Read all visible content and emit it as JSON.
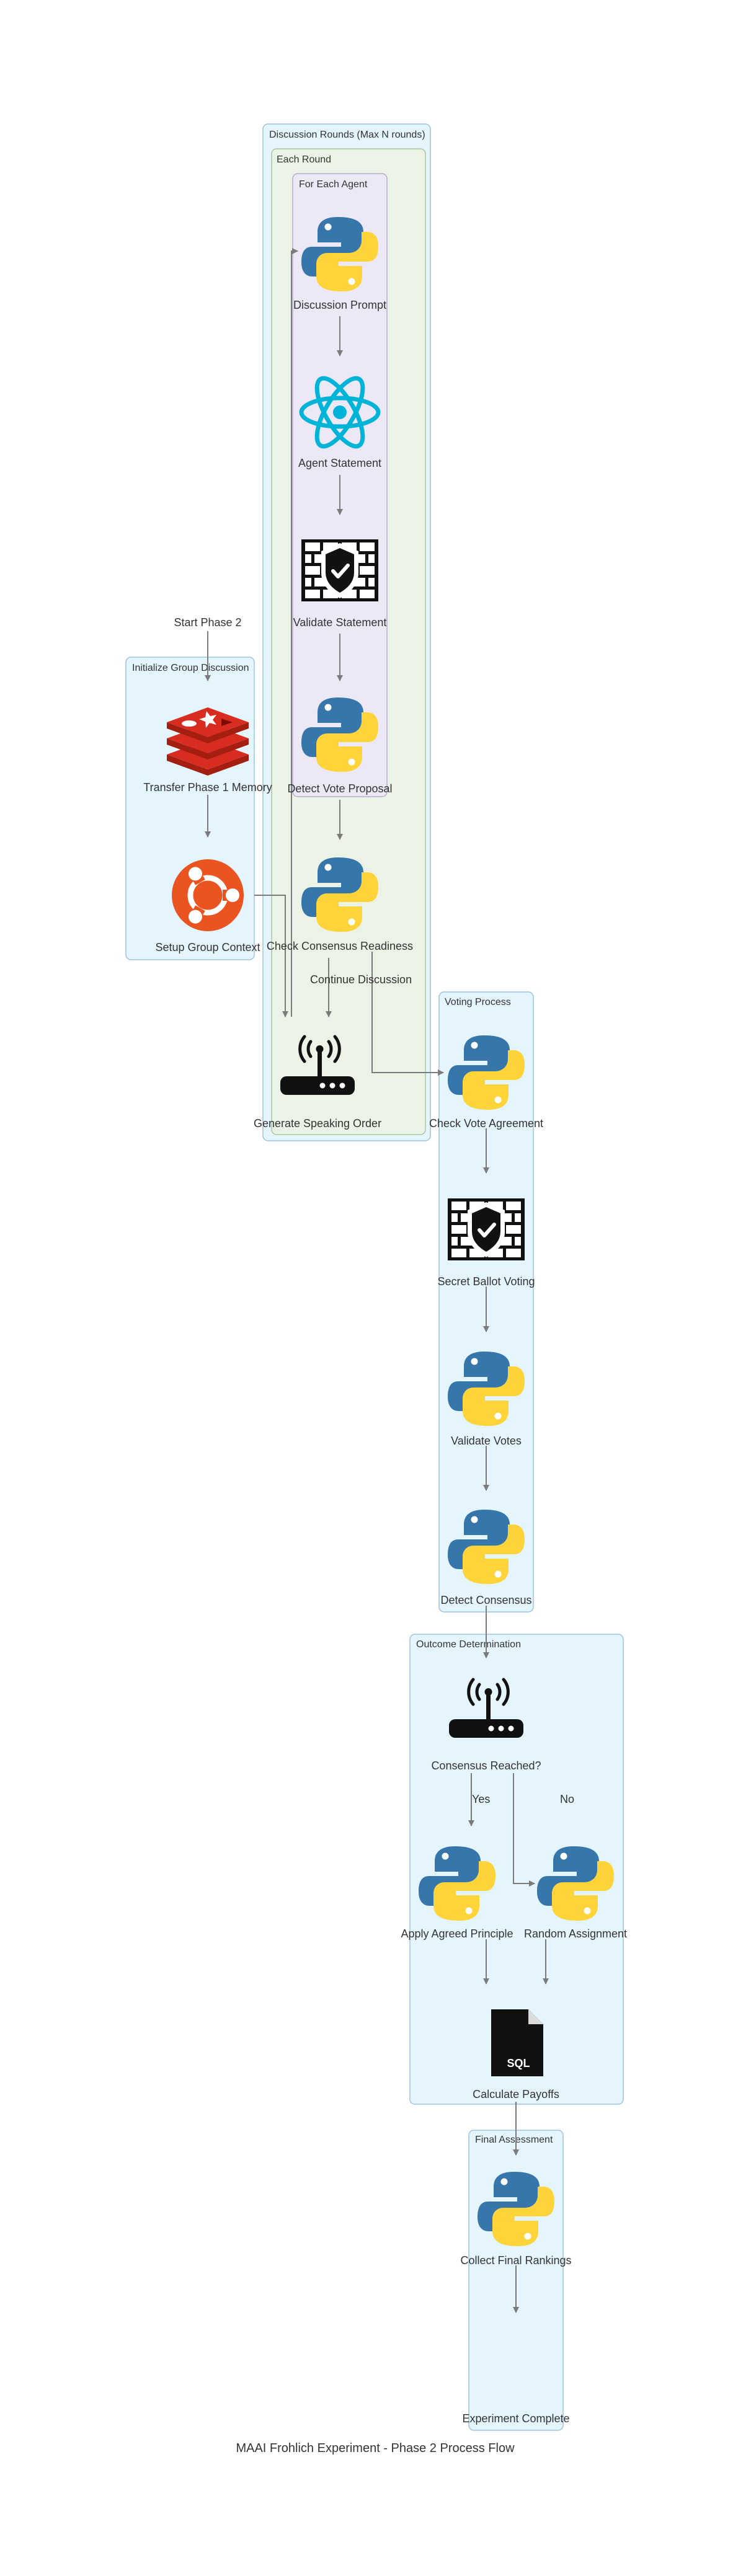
{
  "title": "MAAI Frohlich Experiment - Phase 2 Process Flow",
  "clusters": {
    "discussion_rounds": "Discussion Rounds (Max N rounds)",
    "each_round": "Each Round",
    "for_each_agent": "For Each Agent",
    "initialize": "Initialize Group Discussion",
    "voting": "Voting Process",
    "outcome": "Outcome Determination",
    "final": "Final Assessment"
  },
  "nodes": {
    "start": "Start Phase 2",
    "transfer_memory": "Transfer Phase 1 Memory",
    "setup_context": "Setup Group Context",
    "discussion_prompt": "Discussion Prompt",
    "agent_statement": "Agent Statement",
    "validate_statement": "Validate Statement",
    "detect_vote": "Detect Vote Proposal",
    "check_consensus": "Check Consensus Readiness",
    "speaking_order": "Generate Speaking Order",
    "check_vote": "Check Vote Agreement",
    "secret_ballot": "Secret Ballot Voting",
    "validate_votes": "Validate Votes",
    "detect_consensus": "Detect Consensus",
    "consensus_reached": "Consensus Reached?",
    "apply_principle": "Apply Agreed Principle",
    "random_assignment": "Random Assignment",
    "calculate_payoffs": "Calculate Payoffs",
    "collect_rankings": "Collect Final Rankings",
    "complete": "Experiment Complete"
  },
  "edge_labels": {
    "continue": "Continue Discussion",
    "yes": "Yes",
    "no": "No"
  },
  "icons": {
    "transfer_memory": "redis-icon",
    "setup_context": "ubuntu-icon",
    "discussion_prompt": "python-icon",
    "agent_statement": "react-icon",
    "validate_statement": "firewall-icon",
    "detect_vote": "python-icon",
    "check_consensus": "python-icon",
    "speaking_order": "router-icon",
    "check_vote": "python-icon",
    "secret_ballot": "firewall-icon",
    "validate_votes": "python-icon",
    "detect_consensus": "python-icon",
    "consensus_reached": "router-icon",
    "apply_principle": "python-icon",
    "random_assignment": "python-icon",
    "calculate_payoffs": "sql-file-icon",
    "collect_rankings": "python-icon"
  },
  "colors": {
    "blue_cluster_fill": "#e5f5fd",
    "blue_cluster_stroke": "#9fc3dd",
    "green_cluster_fill": "#ebf3e7",
    "green_cluster_stroke": "#a9c79e",
    "purple_cluster_fill": "#ece8f6",
    "purple_cluster_stroke": "#b7aed0",
    "edge": "#7b7b7b",
    "python_blue": "#3776ab",
    "python_yellow": "#ffd43b",
    "redis_red": "#d82c20",
    "ubuntu_orange": "#e95420",
    "react_cyan": "#00b4d8"
  }
}
